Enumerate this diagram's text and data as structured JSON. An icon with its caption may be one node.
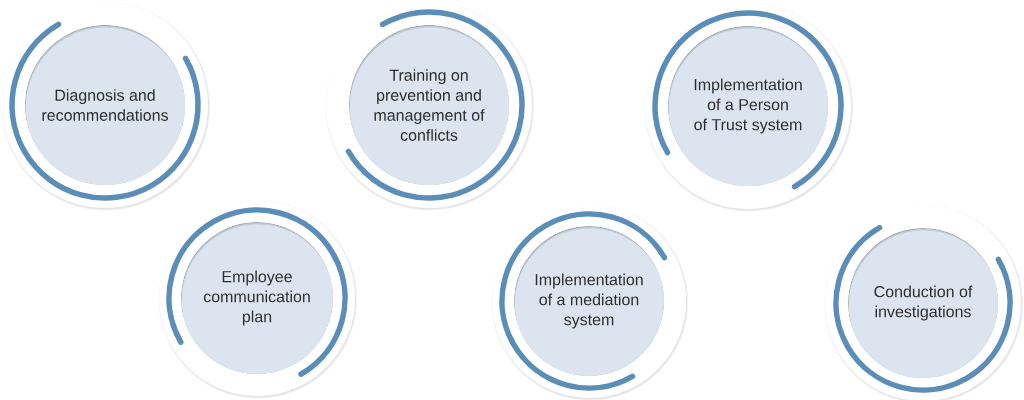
{
  "diagram": {
    "nodes": [
      {
        "text": [
          "Diagnosis and recommendations"
        ]
      },
      {
        "text": [
          "Training on prevention and management of conflicts"
        ]
      },
      {
        "text": [
          "Implementation of a Person of Trust system"
        ]
      },
      {
        "text": [
          "Employee communication plan"
        ]
      },
      {
        "text": [
          "Implementation of a mediation system"
        ]
      },
      {
        "text": [
          "Conduction of investigations"
        ]
      }
    ]
  }
}
